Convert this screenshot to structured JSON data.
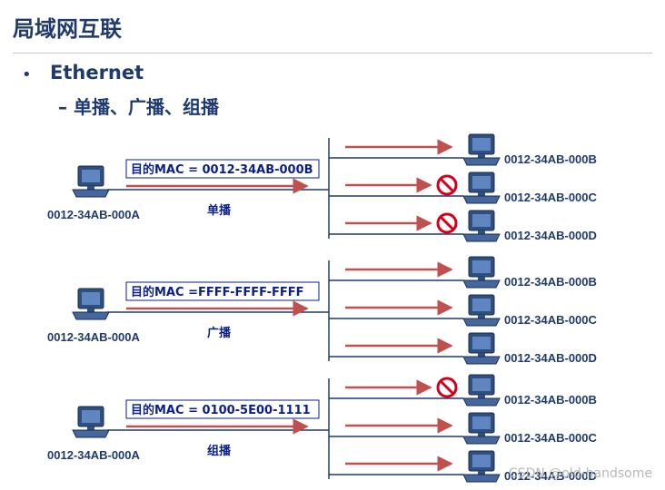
{
  "title": "局域网互联",
  "bullet": "•",
  "heading": "Ethernet",
  "subheading": "– 单播、广播、组播",
  "watermark": "CSDN @old-handsome",
  "colors": {
    "arrow": "#c0504d",
    "line": "#1f3a6e",
    "text": "#1f3a6e",
    "mac_text": "#0a1f8c",
    "block": "#d4001a"
  },
  "sections": [
    {
      "mode_label": "单播",
      "mac_label": "目的MAC = 0012-34AB-000B",
      "source": "0012-34AB-000A",
      "receivers": [
        {
          "mac": "0012-34AB-000B",
          "blocked": false
        },
        {
          "mac": "0012-34AB-000C",
          "blocked": true
        },
        {
          "mac": "0012-34AB-000D",
          "blocked": true
        }
      ]
    },
    {
      "mode_label": "广播",
      "mac_label": "目的MAC =FFFF-FFFF-FFFF",
      "source": "0012-34AB-000A",
      "receivers": [
        {
          "mac": "0012-34AB-000B",
          "blocked": false
        },
        {
          "mac": "0012-34AB-000C",
          "blocked": false
        },
        {
          "mac": "0012-34AB-000D",
          "blocked": false
        }
      ]
    },
    {
      "mode_label": "组播",
      "mac_label": "目的MAC = 0100-5E00-1111",
      "source": "0012-34AB-000A",
      "receivers": [
        {
          "mac": "0012-34AB-000B",
          "blocked": true
        },
        {
          "mac": "0012-34AB-000C",
          "blocked": false
        },
        {
          "mac": "0012-34AB-000D",
          "blocked": false
        }
      ]
    }
  ]
}
